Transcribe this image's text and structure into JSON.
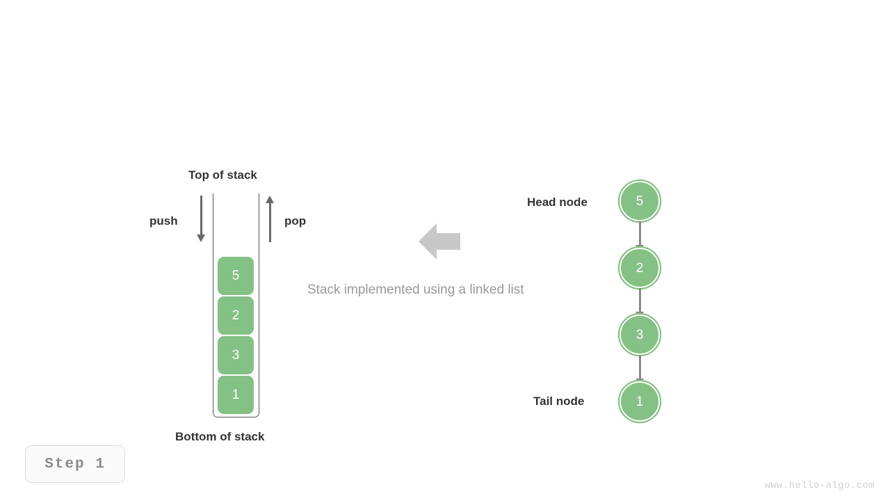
{
  "diagram": {
    "caption": "Stack implemented using a linked list",
    "transform_arrow_icon": "left-arrow-icon",
    "colors": {
      "node_green": "#84c184",
      "border_gray": "#555555",
      "arrow_gray": "#6b6868",
      "link_gray": "#8a8a8a",
      "caption_gray": "#9a9a9a",
      "big_arrow_gray": "#c8c8c8",
      "label_dark": "#333333",
      "step_text_gray": "#8c8c8c",
      "watermark_gray": "#d2d2d2"
    }
  },
  "stack": {
    "top_label": "Top of stack",
    "bottom_label": "Bottom of stack",
    "push_label": "push",
    "pop_label": "pop",
    "cells": [
      {
        "value": "5"
      },
      {
        "value": "2"
      },
      {
        "value": "3"
      },
      {
        "value": "1"
      }
    ]
  },
  "linked_list": {
    "head_label": "Head node",
    "tail_label": "Tail node",
    "nodes": [
      {
        "value": "5"
      },
      {
        "value": "2"
      },
      {
        "value": "3"
      },
      {
        "value": "1"
      }
    ]
  },
  "footer": {
    "step_label": "Step 1",
    "watermark": "www.hello-algo.com"
  }
}
